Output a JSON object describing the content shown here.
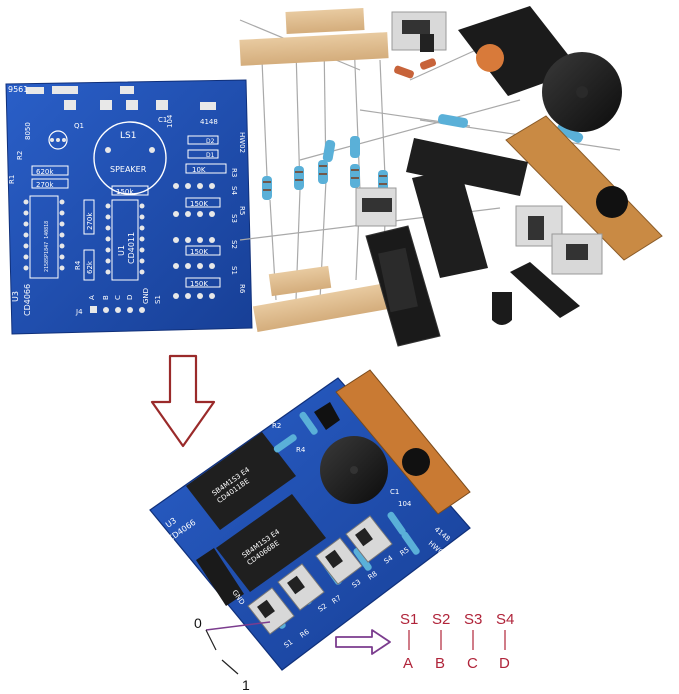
{
  "bare_pcb": {
    "top_code": "9561",
    "ic_u3": "U3",
    "ic_u3_part": "CD4066",
    "ic_u1": "U1",
    "ic_u1_part": "CD4011",
    "speaker_ref": "LS1",
    "speaker_text": "SPEAKER",
    "transistor": "8050",
    "q1": "Q1",
    "c1": "C1",
    "cap_104": "104",
    "diode_4148": "4148",
    "d1": "D1",
    "d2": "D2",
    "r_620k": "620k",
    "r_270k": "270k",
    "r_150k": "150k",
    "r_62k": "62k",
    "r_270k_v": "270k",
    "r_10k": "10K",
    "r_150k_a": "150K",
    "r_150k_b": "150K",
    "r_150k_c": "150K",
    "r_1": "R1",
    "r_2": "R2",
    "r_3": "R3",
    "r_4": "R4",
    "r_5": "R5",
    "r_6": "R6",
    "s1": "S1",
    "s2": "S2",
    "s3": "S3",
    "s4": "S4",
    "s_vertical": "S1",
    "j4": "J4",
    "pin_a": "A",
    "pin_b": "B",
    "pin_c": "C",
    "pin_d": "D",
    "pin_gnd": "GND",
    "hw_text": "HW02",
    "serial": "2158SP1847 140818"
  },
  "assembled_pcb": {
    "ic_top": "CD4011BE",
    "ic_top_mfr": "SB4M1S3 E4",
    "ic_bottom": "CD4066BE",
    "ic_bottom_mfr": "SB4M1S3 E4",
    "u3": "U3",
    "u3_part": "CD4066",
    "r2": "R2",
    "r4": "R4",
    "c1": "C1",
    "cap": "104",
    "diode": "4148",
    "hw": "HW02",
    "gnd": "GND",
    "s1": "S1",
    "s2": "S2",
    "s3": "S3",
    "s4": "S4",
    "r5": "R5",
    "r6": "R6",
    "r7": "R7",
    "r8": "R8"
  },
  "switch_labels": {
    "switches": [
      "S1",
      "S2",
      "S3",
      "S4"
    ],
    "pins": [
      "A",
      "B",
      "C",
      "D"
    ],
    "state_0": "0",
    "state_1": "1"
  },
  "colors": {
    "pcb_blue": "#1f4fb3",
    "pcb_dark": "#163d8f",
    "arrow_red": "#9a2a2a",
    "arrow_purple": "#7b3c8e",
    "label_red": "#b0243a",
    "resistor_body": "#5ab0d8"
  },
  "icons": [
    "down-arrow-icon",
    "right-arrow-icon"
  ]
}
